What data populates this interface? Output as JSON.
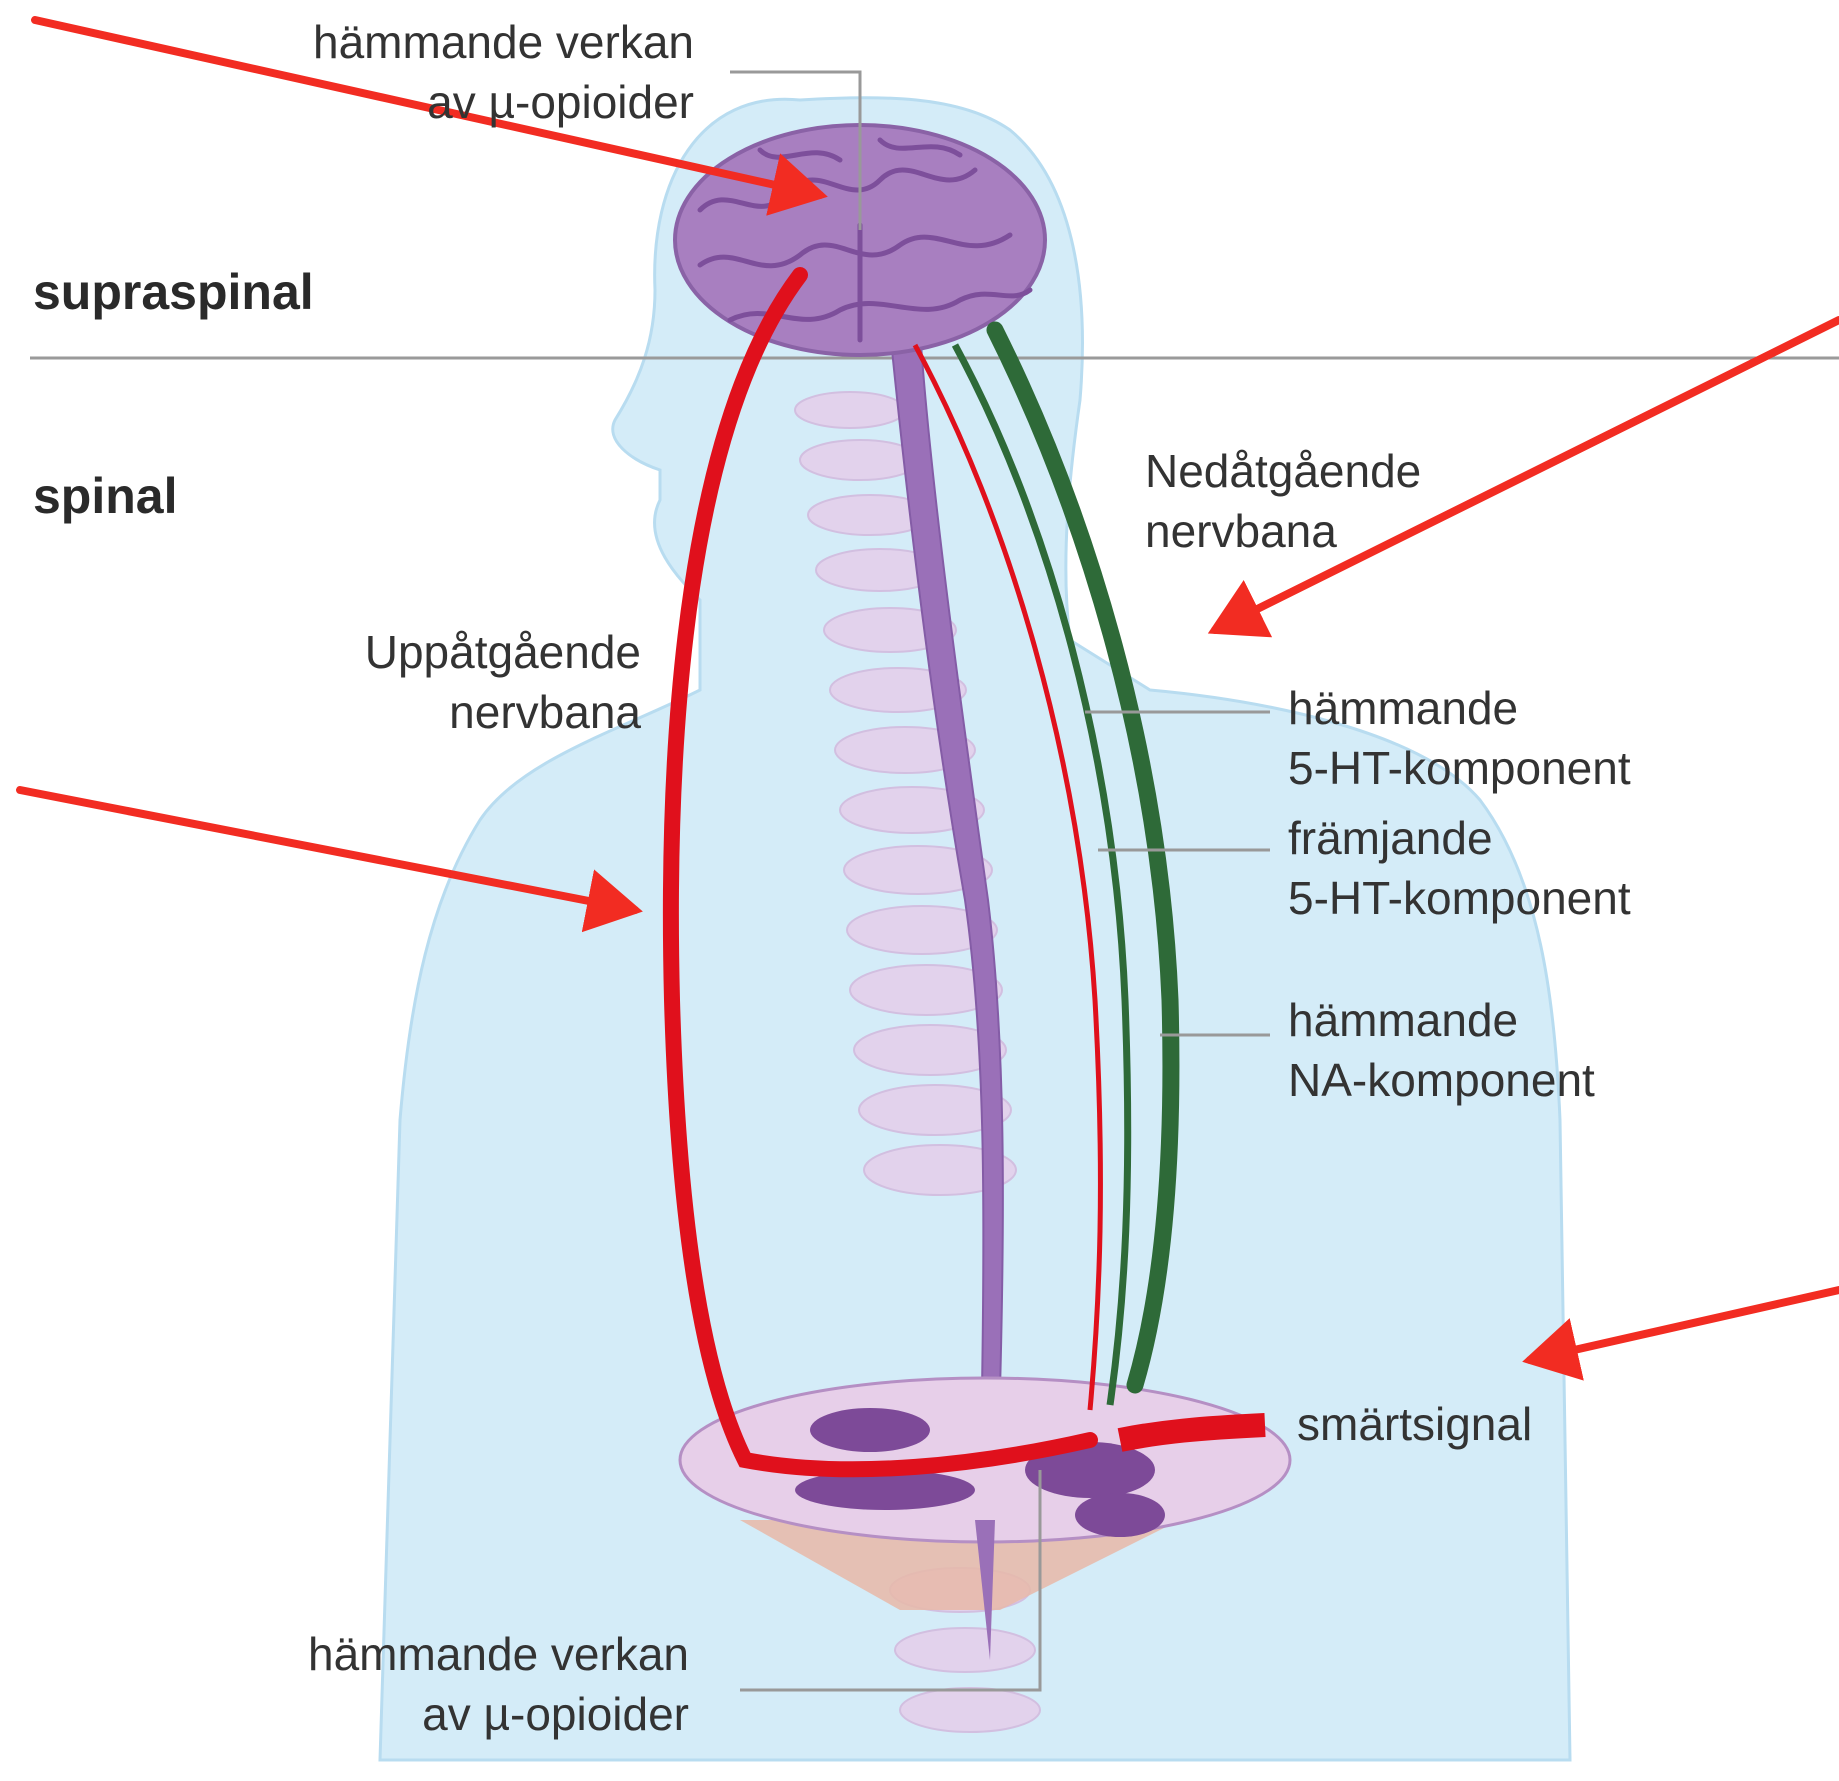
{
  "regions": {
    "supraspinal": "supraspinal",
    "spinal": "spinal"
  },
  "labels": {
    "top_inhibit_line1": "hämmande verkan",
    "top_inhibit_line2": "av µ-opioider",
    "descending_line1": "Nedåtgående",
    "descending_line2": "nervbana",
    "ascending_line1": "Uppåtgående",
    "ascending_line2": "nervbana",
    "ht_inhibit_line1": "hämmande",
    "ht_inhibit_line2": "5-HT-komponent",
    "ht_promote_line1": "främjande",
    "ht_promote_line2": "5-HT-komponent",
    "na_inhibit_line1": "hämmande",
    "na_inhibit_line2": "NA-komponent",
    "pain_signal": "smärtsignal",
    "bottom_inhibit_line1": "hämmande verkan",
    "bottom_inhibit_line2": "av µ-opioider"
  },
  "colors": {
    "body": "#d4ecf8",
    "brain": "#a87fc0",
    "spinal_cord": "#9a70b8",
    "vertebrae": "#e2d2ec",
    "ascending_pathway": "#e0101c",
    "descending_pathway": "#2e6a38",
    "arrow": "#f22c22",
    "leader": "#999999"
  }
}
